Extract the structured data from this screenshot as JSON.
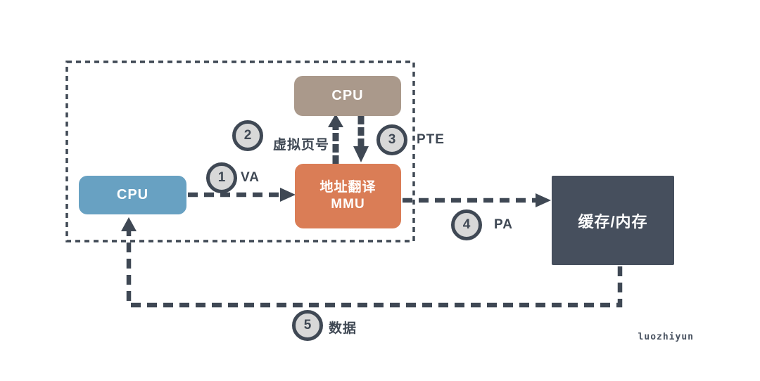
{
  "theme": {
    "ink": "#3f4854",
    "blue": "#68a1c2",
    "tan": "#aa998b",
    "orange": "#da7d56",
    "darkbox": "#464f5d",
    "badgefill": "#d8d8d8",
    "watermark": "#4a5361",
    "bg": "#ffffff"
  },
  "nodes": {
    "cpu_left": {
      "label": "CPU"
    },
    "cpu_top": {
      "label": "CPU"
    },
    "mmu": {
      "line1": "地址翻译",
      "line2": "MMU"
    },
    "memory": {
      "label": "缓存/内存"
    }
  },
  "steps": [
    {
      "num": "1",
      "label": "VA"
    },
    {
      "num": "2",
      "label": "虚拟页号"
    },
    {
      "num": "3",
      "label": "PTE"
    },
    {
      "num": "4",
      "label": "PA"
    },
    {
      "num": "5",
      "label": "数据"
    }
  ],
  "watermark": "luozhiyun"
}
